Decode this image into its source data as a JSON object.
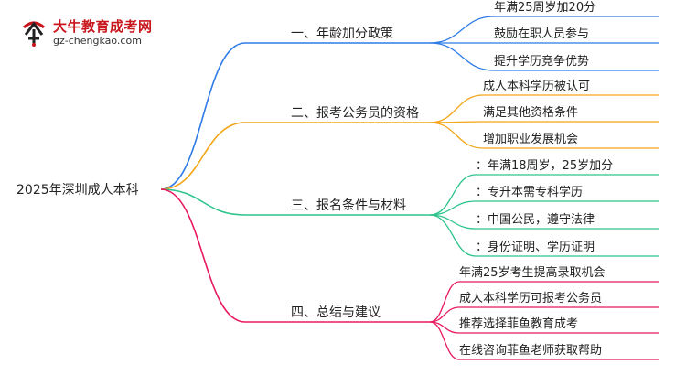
{
  "logo": {
    "cn": "大牛教育成考网",
    "en": "gz-chengkao.com"
  },
  "mindmap": {
    "root": "2025年深圳成人本科",
    "branches": [
      {
        "label": "一、年龄加分政策",
        "color": "#2f7be6",
        "leaves": [
          "年满25周岁加20分",
          "鼓励在职人员参与",
          "提升学历竞争优势"
        ]
      },
      {
        "label": "二、报考公务员的资格",
        "color": "#f2a516",
        "leaves": [
          "成人本科学历被认可",
          "满足其他资格条件",
          "增加职业发展机会"
        ]
      },
      {
        "label": "三、报名条件与材料",
        "color": "#2ec48c",
        "leaves": [
          "：年满18周岁，25岁加分",
          "：专升本需专科学历",
          "：中国公民，遵守法律",
          "：身份证明、学历证明"
        ]
      },
      {
        "label": "四、总结与建议",
        "color": "#e8195e",
        "leaves": [
          "年满25岁考生提高录取机会",
          "成人本科学历可报考公务员",
          "推荐选择菲鱼教育成考",
          "在线咨询菲鱼老师获取帮助"
        ]
      }
    ]
  }
}
